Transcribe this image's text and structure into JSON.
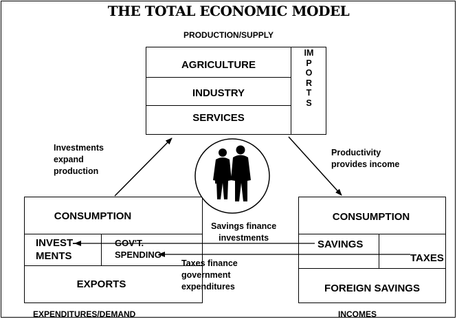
{
  "title": "THE TOTAL ECONOMIC MODEL",
  "production": {
    "heading": "PRODUCTION/SUPPLY",
    "rows": [
      "AGRICULTURE",
      "INDUSTRY",
      "SERVICES"
    ],
    "imports": [
      "IM",
      "P",
      "O",
      "R",
      "T",
      "S"
    ]
  },
  "expenditures": {
    "heading": "EXPENDITURES/DEMAND",
    "consumption": "CONSUMPTION",
    "investments_line1": "INVEST-",
    "investments_line2": "MENTS",
    "govt_line1": "GOV'T.",
    "govt_line2": "SPENDING",
    "exports": "EXPORTS"
  },
  "incomes": {
    "heading": "INCOMES",
    "consumption": "CONSUMPTION",
    "savings": "SAVINGS",
    "taxes": "TAXES",
    "foreign_savings": "FOREIGN SAVINGS"
  },
  "notes": {
    "investments_expand": [
      "Investments",
      "expand",
      "production"
    ],
    "productivity": [
      "Productivity",
      "provides income"
    ],
    "savings_finance": [
      "Savings finance",
      "investments"
    ],
    "taxes_finance": [
      "Taxes finance",
      "government",
      "expenditures"
    ]
  }
}
